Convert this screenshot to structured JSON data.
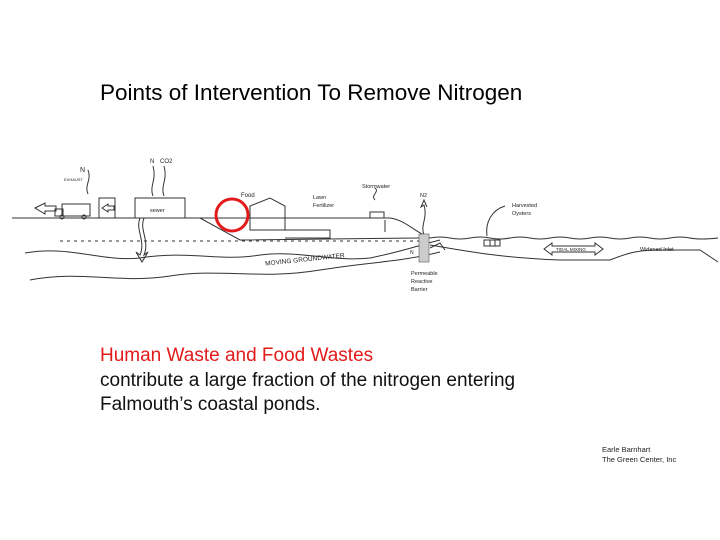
{
  "slide": {
    "title": "Points of Intervention To Remove Nitrogen",
    "highlight": "Human Waste and Food Wastes",
    "body_line1": "contribute a large fraction of the nitrogen entering",
    "body_line2": "Falmouth’s coastal ponds.",
    "credit_name": "Earle Barnhart",
    "credit_org": "The Green Center, Inc"
  },
  "diagram": {
    "exhaust_n": "N",
    "exhaust": "EXHAUST",
    "sewer_n": "N",
    "sewer_co2": "CO2",
    "sewer": "sewer",
    "food": "Food",
    "lawn": "Lawn",
    "fertilizer": "Fertilizer",
    "stormwater": "Stormwater",
    "n2": "N2",
    "harvested": "Harvested",
    "oysters": "Oysters",
    "widened_inlet": "Widened Inlet",
    "groundwater": "MOVING GROUNDWATER",
    "groundwater_n": "N",
    "tidal": "TIDAL MIXING",
    "barrier1": "Permeable",
    "barrier2": "Reactive",
    "barrier3": "Barrier",
    "highlight_color": "#e21a1a"
  }
}
